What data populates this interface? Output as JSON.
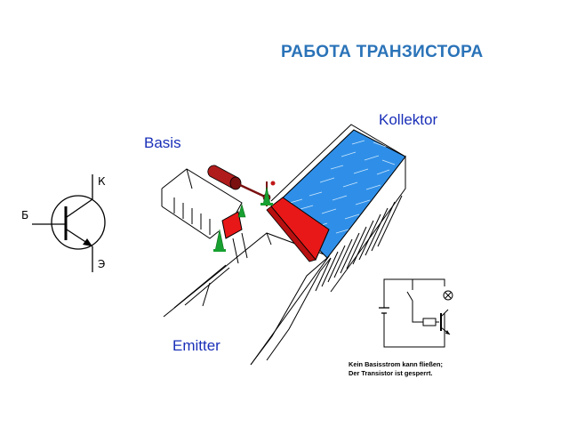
{
  "title": "РАБОТА ТРАНЗИСТОРА",
  "labels": {
    "collector": "Kollektor",
    "base": "Basis",
    "emitter": "Emitter"
  },
  "symbol": {
    "collector_letter": "К",
    "base_letter": "Б",
    "emitter_letter": "Э"
  },
  "caption": {
    "line1": "Kein Basisstrom kann fließen;",
    "line2": "Der Transistor ist gesperrt."
  },
  "colors": {
    "title": "#2a73b8",
    "labels": "#1a2fb8",
    "water": "#2f8fe8",
    "gate": "#e81818",
    "valve": "#17a030",
    "roller": "#b01c1c"
  }
}
